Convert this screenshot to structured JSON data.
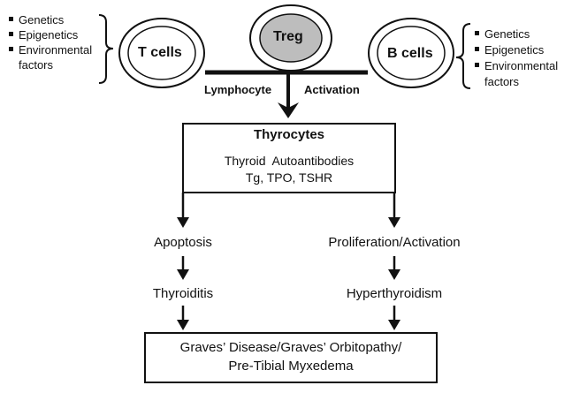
{
  "left_factors": [
    "Genetics",
    "Epigenetics",
    "Environmental",
    "factors"
  ],
  "right_factors": [
    "Genetics",
    "Epigenetics",
    "Environmental",
    "factors"
  ],
  "cells": {
    "t_cells": "T cells",
    "treg": "Treg",
    "b_cells": "B cells"
  },
  "activation": {
    "left": "Lymphocyte",
    "right": "Activation"
  },
  "thyrocytes_box": {
    "title": "Thyrocytes",
    "line1": "Thyroid  Autoantibodies",
    "line2": "Tg, TPO, TSHR"
  },
  "left_path": {
    "step1": "Apoptosis",
    "step2": "Thyroiditis"
  },
  "right_path": {
    "step1": "Proliferation/Activation",
    "step2": "Hyperthyroidism"
  },
  "outcome": {
    "line1": "Graves’ Disease/Graves’ Orbitopathy/",
    "line2": "Pre-Tibial Myxedema"
  },
  "colors": {
    "line": "#111111",
    "treg_fill": "#bdbdbd",
    "cell_fill": "#ffffff"
  }
}
